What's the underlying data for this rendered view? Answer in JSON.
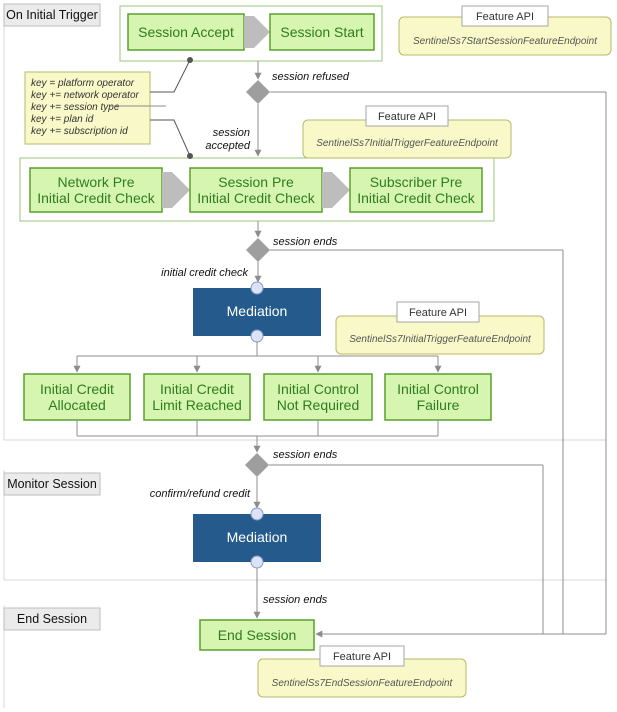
{
  "lanes": {
    "initial_trigger": "On Initial Trigger",
    "monitor_session": "Monitor Session",
    "end_session": "End Session"
  },
  "boxes": {
    "session_accept": "Session Accept",
    "session_start": "Session Start",
    "network_pre": [
      "Network Pre",
      "Initial Credit Check"
    ],
    "session_pre": [
      "Session Pre",
      "Initial Credit Check"
    ],
    "subscriber_pre": [
      "Subscriber Pre",
      "Initial Credit Check"
    ],
    "credit_allocated": [
      "Initial Credit",
      "Allocated"
    ],
    "credit_limit": [
      "Initial Credit",
      "Limit Reached"
    ],
    "control_not_required": [
      "Initial Control",
      "Not Required"
    ],
    "control_failure": [
      "Initial Control",
      "Failure"
    ],
    "end_session": "End Session"
  },
  "mediation": {
    "first": "Mediation",
    "second": "Mediation"
  },
  "labels": {
    "session_refused": "session refused",
    "session_accepted": [
      "session",
      "accepted"
    ],
    "session_ends_1": "session ends",
    "initial_credit_check": "initial credit check",
    "session_ends_2": "session ends",
    "confirm_refund": "confirm/refund credit",
    "session_ends_3": "session ends"
  },
  "feature_api": {
    "title": "Feature API",
    "start_session": "SentinelSs7StartSessionFeatureEndpoint",
    "initial_trigger_1": "SentinelSs7InitialTriggerFeatureEndpoint",
    "initial_trigger_2": "SentinelSs7InitialTriggerFeatureEndpoint",
    "end_session": "SentinelSs7EndSessionFeatureEndpoint"
  },
  "note": {
    "lines": [
      "key = platform operator",
      "key += network operator",
      "key += session type",
      "key += plan id",
      "key += subscription id"
    ]
  },
  "colors": {
    "green_fill": "#d6f5b0",
    "green_border": "#5aa02c",
    "green_text": "#2e7d1e",
    "mediation_fill": "#245a8c",
    "api_fill": "#f8f8c8",
    "api_border": "#b8b86a",
    "diamond": "#9e9e9e",
    "connector": "#8c8c8c"
  }
}
